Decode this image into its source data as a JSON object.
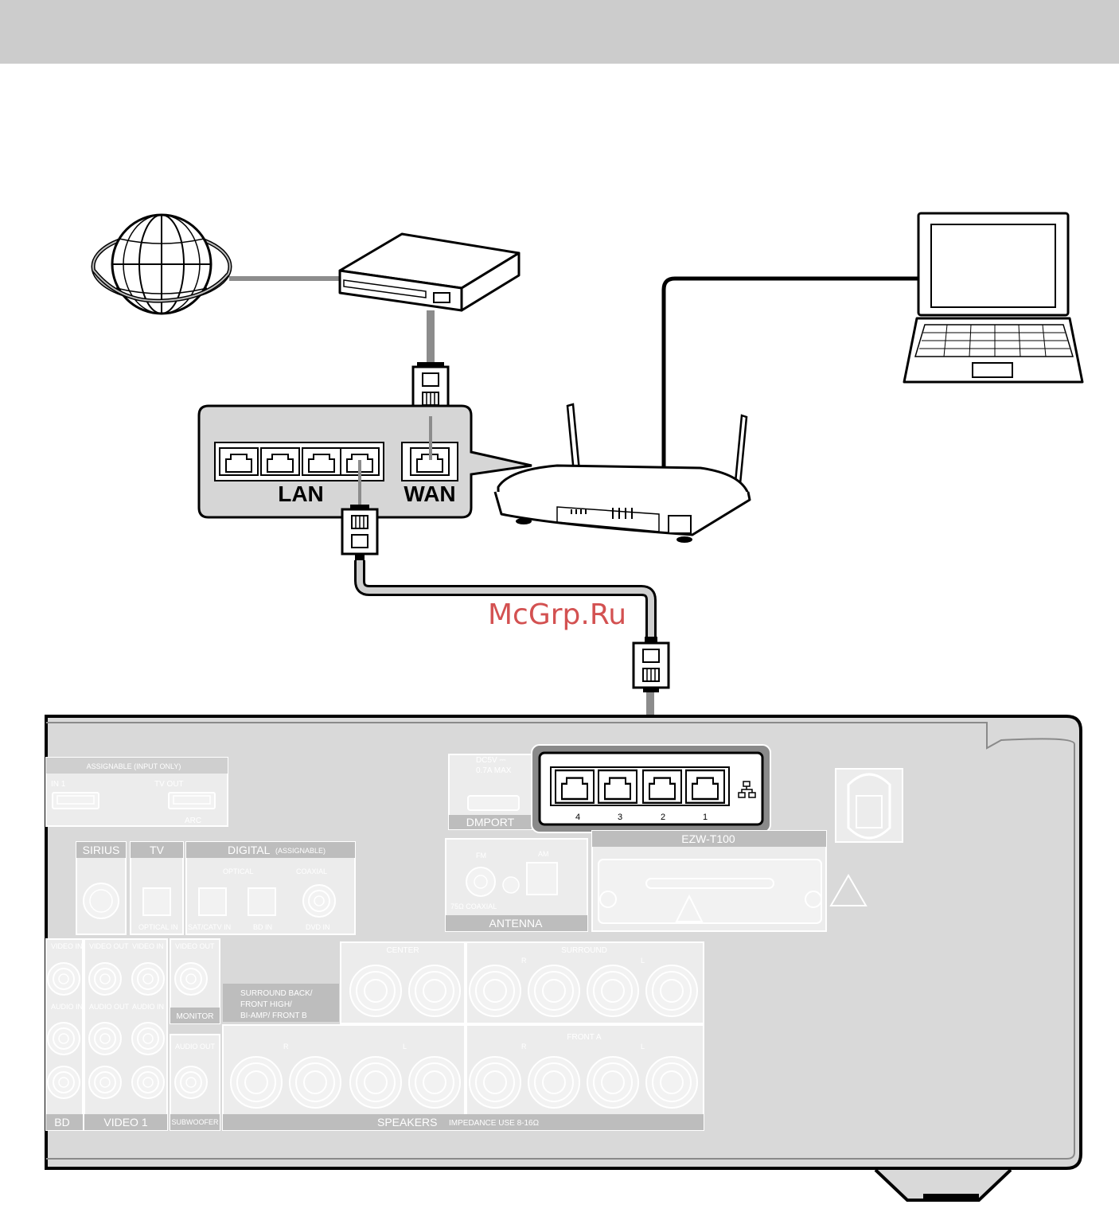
{
  "router_callout": {
    "lan_label": "LAN",
    "wan_label": "WAN"
  },
  "receiver": {
    "hdmi": {
      "header": "ASSIGNABLE (INPUT ONLY)",
      "in1": "IN 1",
      "tv_out": "TV OUT",
      "arc": "ARC"
    },
    "dmport": {
      "power": "DC5V ⎓",
      "current": "0.7A MAX",
      "label": "DMPORT"
    },
    "lan_ports": [
      "4",
      "3",
      "2",
      "1"
    ],
    "ezw": {
      "label": "EZW-T100"
    },
    "sirius": {
      "label": "SIRIUS"
    },
    "tv": {
      "label": "TV",
      "optical_in": "OPTICAL IN"
    },
    "digital": {
      "label": "DIGITAL",
      "assignable": "(ASSIGNABLE)",
      "optical": "OPTICAL",
      "coaxial": "COAXIAL",
      "sat": "SAT/CATV IN",
      "bd": "BD IN",
      "dvd": "DVD IN"
    },
    "antenna": {
      "fm": "FM",
      "am": "AM",
      "coaxial": "75Ω COAXIAL",
      "label": "ANTENNA"
    },
    "video_block": {
      "video_in": "VIDEO IN",
      "audio_in": "AUDIO IN",
      "video_out": "VIDEO OUT",
      "audio_out": "AUDIO OUT",
      "bd": "BD",
      "video1": "VIDEO 1",
      "monitor": "MONITOR",
      "subwoofer": "SUBWOOFER"
    },
    "speakers": {
      "surround_back_1": "SURROUND BACK/",
      "surround_back_2": "FRONT HIGH/",
      "surround_back_3": "BI-AMP/ FRONT B",
      "center": "CENTER",
      "surround": "SURROUND",
      "front_a": "FRONT A",
      "r": "R",
      "l": "L",
      "label": "SPEAKERS",
      "impedance": "IMPEDANCE USE 8-16Ω"
    }
  },
  "watermark": "McGrp.Ru"
}
